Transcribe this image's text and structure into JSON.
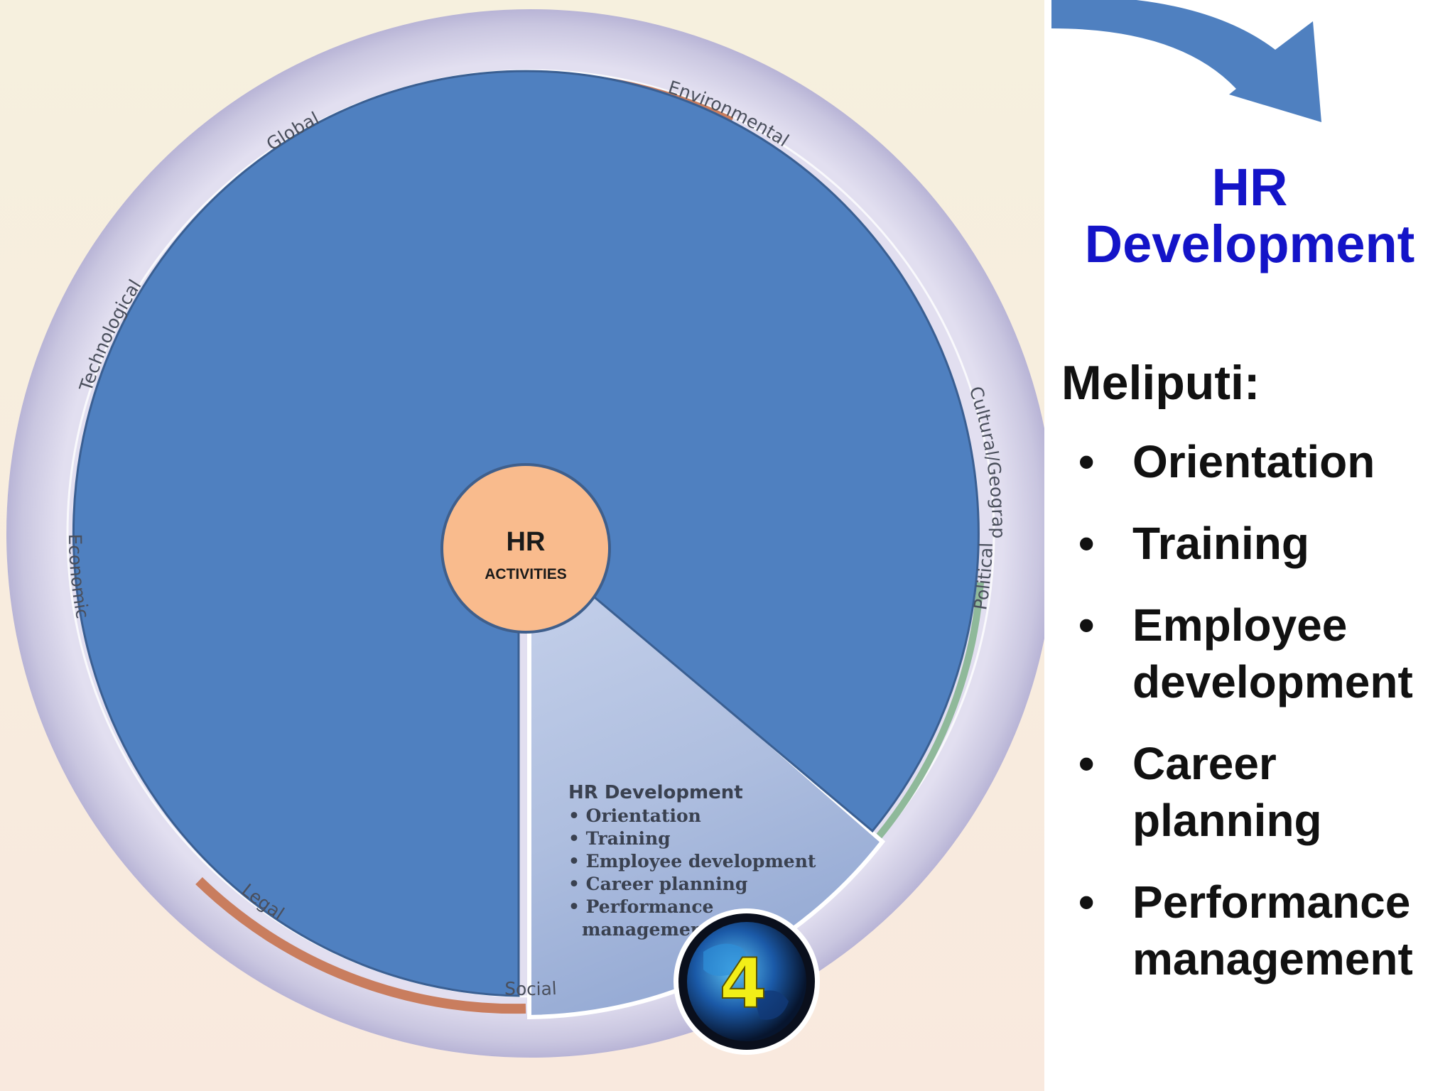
{
  "colors": {
    "main_blue": "#4f80c0",
    "hub": "#f9bb8d",
    "ring": "#d3d0e6",
    "title_blue": "#1414c8",
    "arrow": "#4f80c0",
    "wedge": "#a9b9db"
  },
  "diagram": {
    "ring_labels": [
      "Global",
      "Environmental",
      "Cultural/Geographic",
      "Political",
      "Social",
      "Legal",
      "Economic",
      "Technological"
    ],
    "hub": {
      "title": "HR",
      "subtitle": "ACTIVITIES"
    },
    "wedge": {
      "title": "HR Development",
      "items": [
        "• Orientation",
        "• Training",
        "• Employee development",
        "• Career planning",
        "• Performance",
        "management"
      ]
    },
    "badge": {
      "number": "4",
      "icon": "globe-icon"
    }
  },
  "slide": {
    "arrow_icon": "curved-arrow-icon",
    "title_lines": [
      "HR",
      "Development"
    ],
    "intro": "Meliputi:",
    "bullets": [
      {
        "lines": [
          "Orientation"
        ]
      },
      {
        "lines": [
          "Training"
        ]
      },
      {
        "lines": [
          "Employee",
          "development"
        ]
      },
      {
        "lines": [
          "Career",
          "planning"
        ]
      },
      {
        "lines": [
          "Performance",
          "management"
        ]
      }
    ]
  }
}
